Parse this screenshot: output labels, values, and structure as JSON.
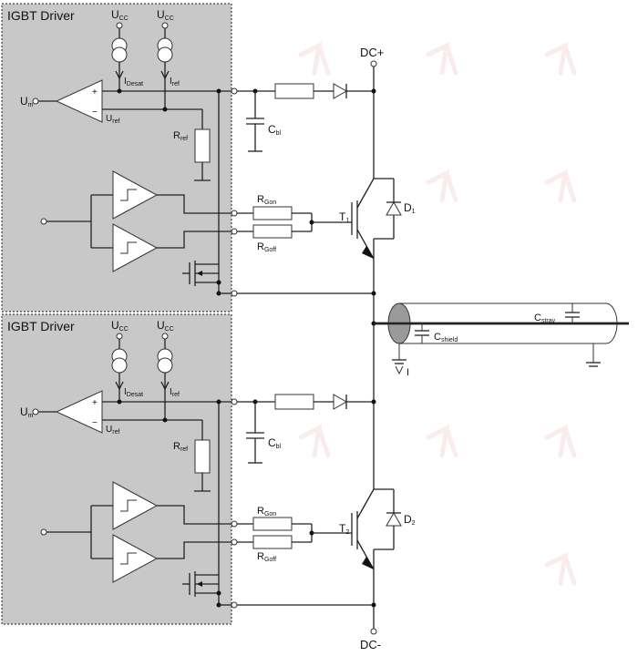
{
  "drivers": [
    {
      "title": "IGBT Driver",
      "supply_label": "U",
      "supply_sub": "CC",
      "source1_label": "I",
      "source1_sub": "Desat",
      "source2_label": "I",
      "source2_sub": "ref",
      "input_label": "U",
      "input_sub": "m",
      "uref_label": "U",
      "uref_sub": "ref",
      "rref_label": "R",
      "rref_sub": "ref",
      "plus": "+",
      "minus": "−"
    },
    {
      "title": "IGBT Driver",
      "supply_label": "U",
      "supply_sub": "CC",
      "source1_label": "I",
      "source1_sub": "Desat",
      "source2_label": "I",
      "source2_sub": "ref",
      "input_label": "U",
      "input_sub": "m",
      "uref_label": "U",
      "uref_sub": "ref",
      "rref_label": "R",
      "rref_sub": "ref",
      "plus": "+",
      "minus": "−"
    }
  ],
  "power": {
    "dc_plus": "DC+",
    "dc_minus": "DC-",
    "cbl_label": "C",
    "cbl_sub": "bl",
    "rgon_label": "R",
    "rgon_sub": "Gon",
    "rgoff_label": "R",
    "rgoff_sub": "Goff",
    "t1_label": "T",
    "t1_sub": "1",
    "t2_label": "T",
    "t2_sub": "2",
    "d1_label": "D",
    "d1_sub": "1",
    "d2_label": "D",
    "d2_sub": "2"
  },
  "cable": {
    "cstray_label": "C",
    "cstray_sub": "stray",
    "cshield_label": "C",
    "cshield_sub": "shield",
    "current_label": "I"
  }
}
